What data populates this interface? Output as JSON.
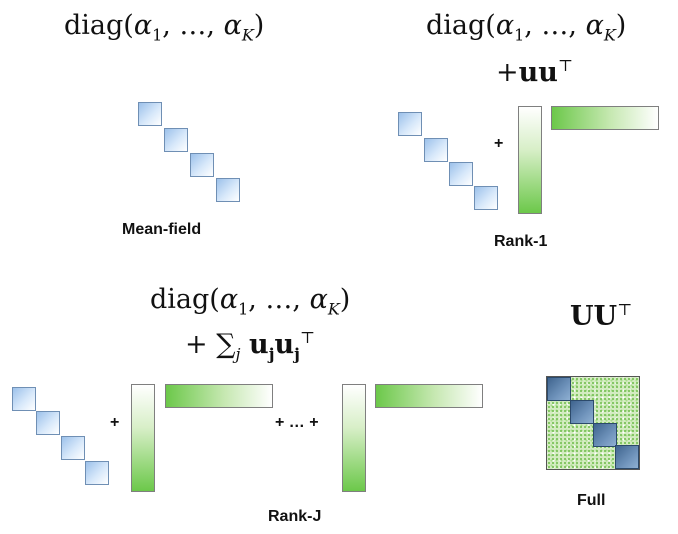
{
  "panels": {
    "mean_field": {
      "formula": "diag(α₁, …, α_K)",
      "caption": "Mean-field"
    },
    "rank_1": {
      "formula_line1": "diag(α₁, …, α_K)",
      "formula_line2": "+uu⊤",
      "plus": "+",
      "caption": "Rank-1"
    },
    "rank_j": {
      "formula_line1": "diag(α₁, …, α_K)",
      "formula_line2": "+∑j uj uj⊤",
      "plus": "+",
      "ellipsis": "+ … +",
      "caption": "Rank-J"
    },
    "full": {
      "formula": "UU⊤",
      "caption": "Full"
    }
  },
  "colors": {
    "diag_block": "#9cc1ea",
    "low_rank_vector": "#6cc84a",
    "full_matrix": "#d4ecc2",
    "full_diag_block": "#3f648e"
  }
}
